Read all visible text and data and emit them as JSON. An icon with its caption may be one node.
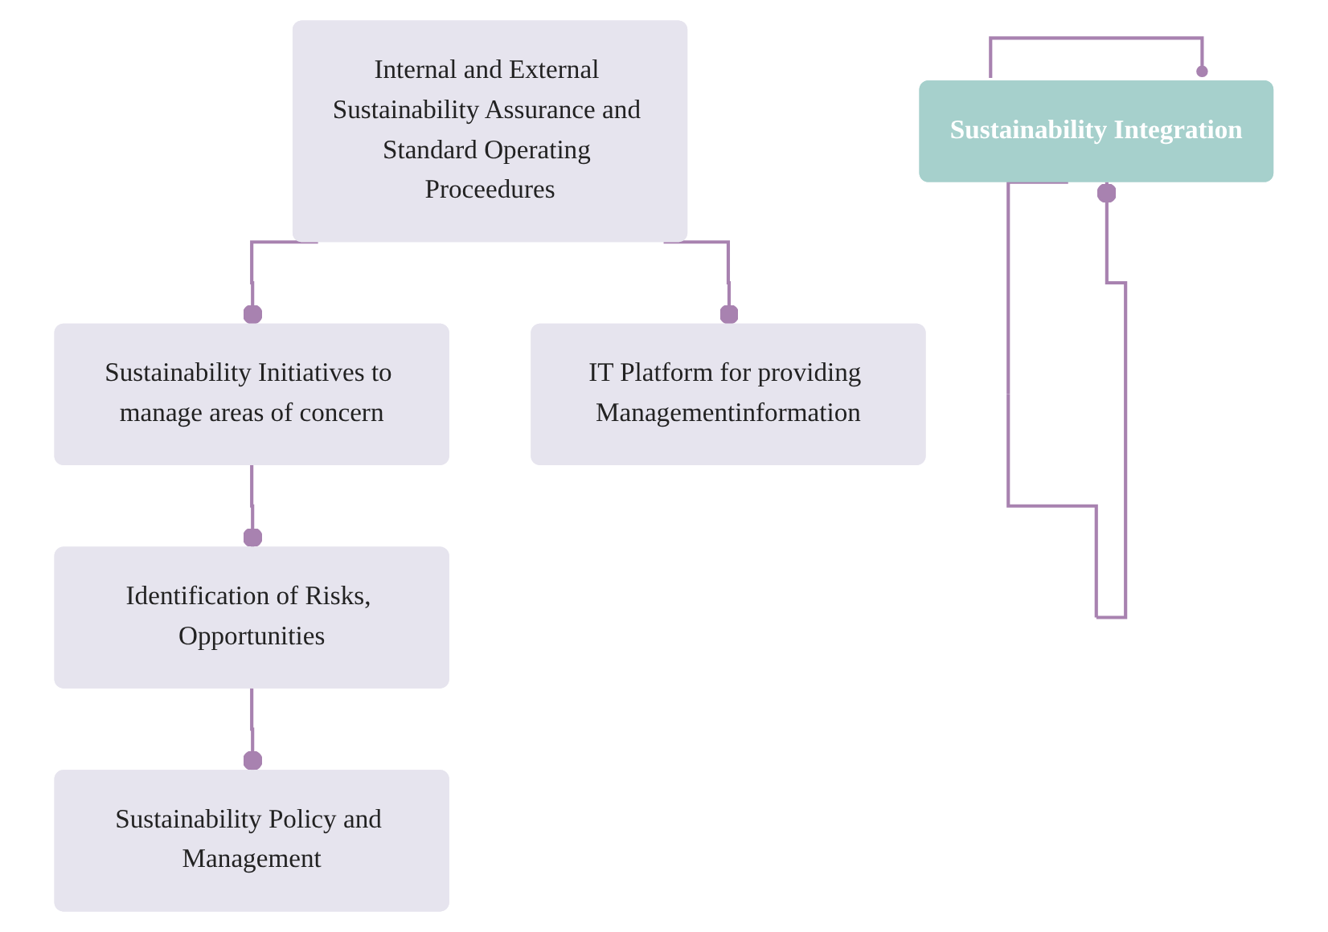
{
  "diagram": {
    "nodes": [
      {
        "text": [
          "Sustainability Initiatives to manage areas of concern"
        ]
      },
      {
        "text": [
          "Internal and External Sustainability Assurance and Standard Operating Proceedures"
        ]
      },
      {
        "text": [
          "Sustainability Integration"
        ]
      },
      {
        "text": [
          "Identification of Risks, Opportunities"
        ]
      },
      {
        "text": [
          "IT Platform for providing Managementinformation"
        ]
      },
      {
        "text": [
          "Sustainability Policy and Management"
        ]
      }
    ],
    "edges": [
      {
        "from": 1,
        "to": 0,
        "arrow": "other"
      },
      {
        "from": 0,
        "to": 3,
        "arrow": "other"
      },
      {
        "from": 3,
        "to": 5,
        "arrow": "other"
      },
      {
        "from": 1,
        "to": 4,
        "arrow": "other"
      },
      {
        "from": 2,
        "to": 2,
        "arrow": "other"
      },
      {
        "from": 2,
        "to": 2,
        "arrow": "other"
      }
    ]
  }
}
